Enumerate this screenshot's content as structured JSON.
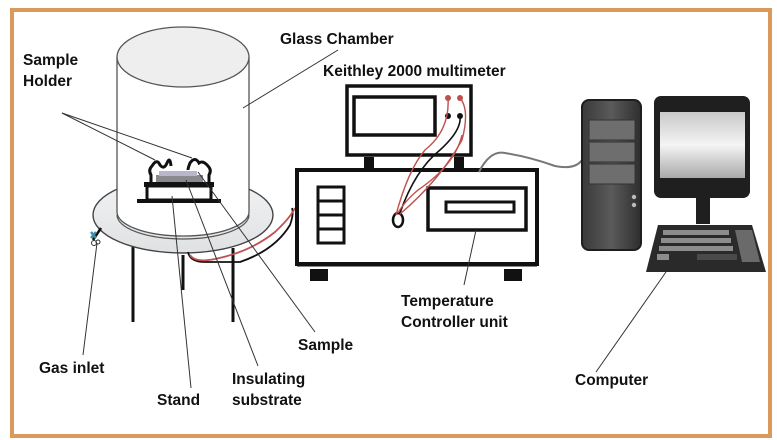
{
  "diagram": {
    "title": "Gas sensing measurement setup",
    "frame_color": "#d99a5c",
    "labels": {
      "glass_chamber": "Glass Chamber",
      "sample_holder_line1": "Sample",
      "sample_holder_line2": "Holder",
      "multimeter": "Keithley 2000 multimeter",
      "temperature_controller_line1": "Temperature",
      "temperature_controller_line2": "Controller unit",
      "sample": "Sample",
      "gas_inlet": "Gas inlet",
      "stand": "Stand",
      "insulating_substrate_line1": "Insulating",
      "insulating_substrate_line2": "substrate",
      "computer": "Computer"
    },
    "components": [
      {
        "id": "glass-chamber",
        "label": "Glass Chamber"
      },
      {
        "id": "sample-holder",
        "label": "Sample Holder"
      },
      {
        "id": "sample",
        "label": "Sample"
      },
      {
        "id": "insulating-substrate",
        "label": "Insulating substrate"
      },
      {
        "id": "stand",
        "label": "Stand"
      },
      {
        "id": "gas-inlet",
        "label": "Gas inlet"
      },
      {
        "id": "multimeter",
        "label": "Keithley 2000 multimeter"
      },
      {
        "id": "temperature-controller",
        "label": "Temperature Controller unit"
      },
      {
        "id": "computer",
        "label": "Computer"
      }
    ],
    "colors": {
      "wire_red": "#c0504d",
      "wire_black": "#111111",
      "cable_gray": "#777777",
      "chamber_base": "#e9eaec",
      "computer_dark": "#2b2b2b",
      "computer_mid": "#5f5f5f",
      "sample_gray": "#8a8a8e",
      "gas_valve_teal": "#3a8fa6"
    }
  }
}
